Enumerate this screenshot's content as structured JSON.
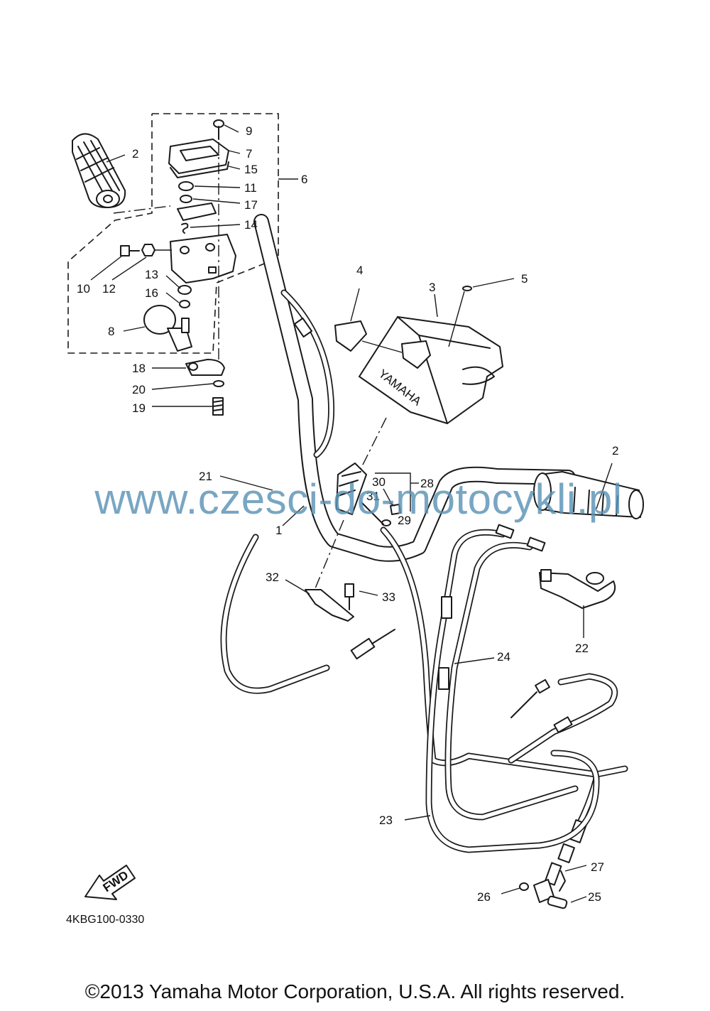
{
  "diagram": {
    "callouts": {
      "c1": "1",
      "c2a": "2",
      "c2b": "2",
      "c3": "3",
      "c4": "4",
      "c5": "5",
      "c6": "6",
      "c7": "7",
      "c8": "8",
      "c9": "9",
      "c10": "10",
      "c11": "11",
      "c12": "12",
      "c13": "13",
      "c14": "14",
      "c15": "15",
      "c16": "16",
      "c17": "17",
      "c18": "18",
      "c19": "19",
      "c20": "20",
      "c21": "21",
      "c22": "22",
      "c23": "23",
      "c24": "24",
      "c25": "25",
      "c26": "26",
      "c27": "27",
      "c28": "28",
      "c29": "29",
      "c30": "30",
      "c31": "31",
      "c32": "32",
      "c33": "33"
    },
    "cover_logo_text": "YAMAHA",
    "fwd_label": "FWD",
    "diagram_code": "4KBG100-0330"
  },
  "watermark": "www.czesci-do-motocykli.pl",
  "copyright": "©2013 Yamaha Motor Corporation, U.S.A. All rights reserved."
}
